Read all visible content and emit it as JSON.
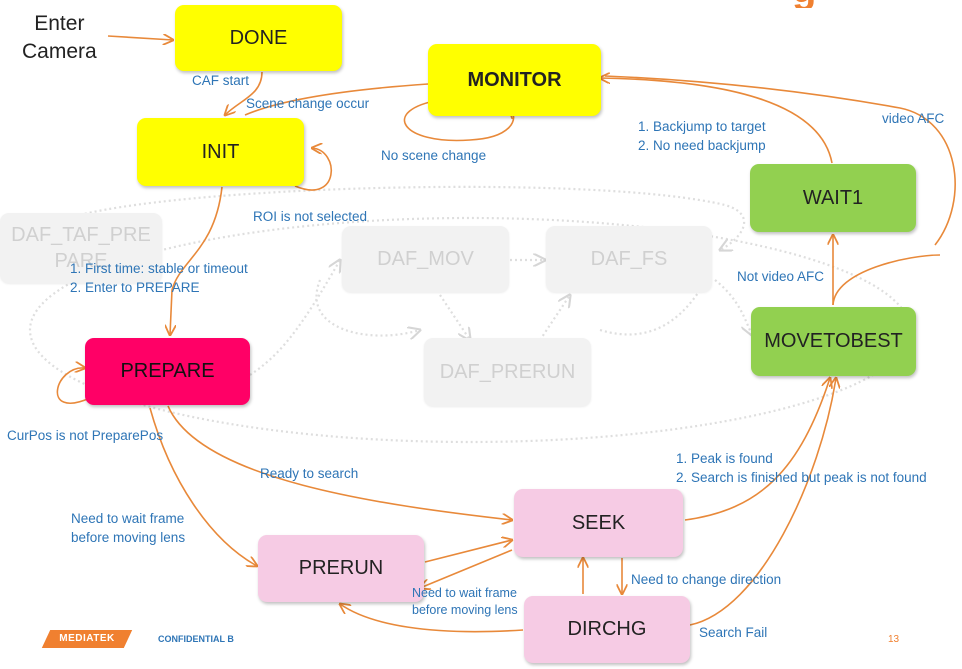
{
  "slide": {
    "title_fragment": "g",
    "page_number": "13",
    "confidential": "CONFIDENTIAL B",
    "logo_text": "MEDIATEK",
    "entry_text": [
      "Enter",
      "Camera"
    ]
  },
  "colors": {
    "arrow": "#e8893a",
    "label": "#2e75b6",
    "state_yellow": "#ffff00",
    "state_green": "#92d050",
    "state_red": "#ff0066",
    "state_pink": "#f6cbe4",
    "state_inactive": "#f2f2f2"
  },
  "states": {
    "done": "DONE",
    "monitor": "MONITOR",
    "init": "INIT",
    "wait1": "WAIT1",
    "daf_taf_pre": "DAF_TAF_PRE PARE",
    "daf_mov": "DAF_MOV",
    "daf_fs": "DAF_FS",
    "movetobest": "MOVETOBEST",
    "prepare": "PREPARE",
    "daf_prerun": "DAF_PRERUN",
    "seek": "SEEK",
    "prerun": "PRERUN",
    "dirchg": "DIRCHG"
  },
  "transitions": {
    "caf_start": "CAF start",
    "scene_change": "Scene change occur",
    "no_scene_change": "No scene change",
    "backjump": [
      "1. Backjump to target",
      "2. No need backjump"
    ],
    "video_afc": "video AFC",
    "roi_not_selected": "ROI is not selected",
    "first_time": [
      "1.   First time: stable or timeout",
      "2.   Enter to PREPARE"
    ],
    "not_video_afc": "Not video AFC",
    "curpos": "CurPos is not PreparePos",
    "ready": "Ready to search",
    "peak": [
      "1. Peak is found",
      "2. Search is finished but peak is not found"
    ],
    "need_wait_left": [
      "Need to wait frame",
      "before moving lens"
    ],
    "need_change_dir": "Need to change direction",
    "need_wait_bottom": [
      "Need to wait frame",
      "before moving lens"
    ],
    "search_fail": "Search Fail"
  }
}
